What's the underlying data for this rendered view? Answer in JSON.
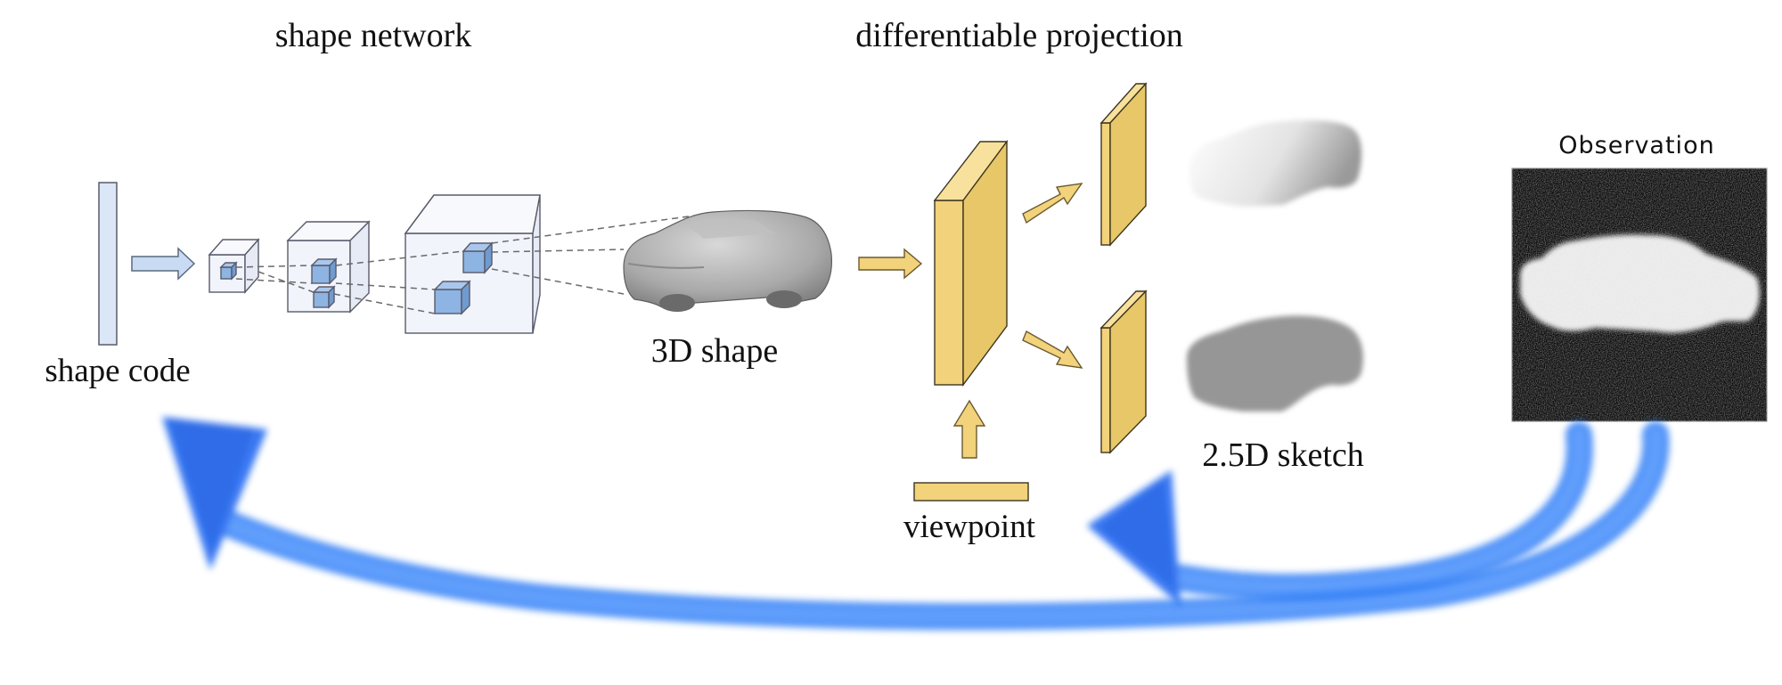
{
  "labels": {
    "shape_network": "shape network",
    "differentiable_projection": "differentiable projection",
    "observation": "Observation",
    "shape_code": "shape code",
    "shape_3d": "3D shape",
    "sketch_25d": "2.5D sketch",
    "viewpoint": "viewpoint"
  },
  "colors": {
    "network_fill": "#dbe6f6",
    "network_stroke": "#5a5a6a",
    "cube_fill": "#f1f4fb",
    "inner_cube": "#8db4e2",
    "projection_fill": "#f2d27a",
    "projection_side": "#f7e19c",
    "projection_stroke": "#3d3520",
    "feedback_arrow": "#1f6ff2",
    "observation_bg": "#0a0a0a",
    "shape_gray": "#8e8e8e",
    "silhouette_gray": "#969696"
  },
  "icons": {
    "flow_arrow": "right-arrow-icon",
    "feedback": "curved-arrow-icon",
    "car": "car-shape-icon"
  }
}
